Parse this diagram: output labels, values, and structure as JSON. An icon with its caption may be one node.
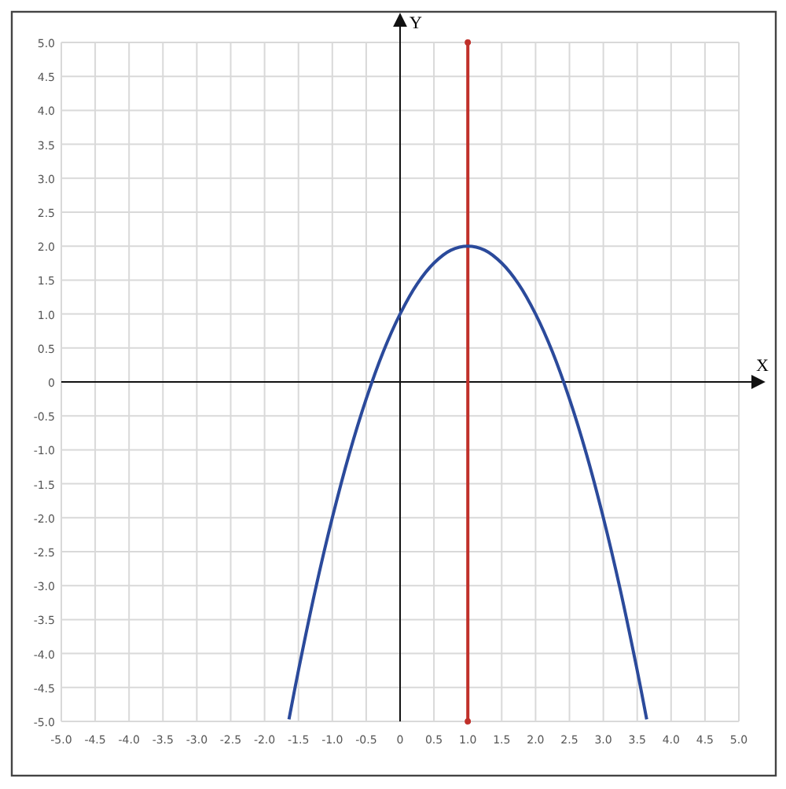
{
  "diagram": {
    "chart_data": {
      "type": "line",
      "xlabel": "X",
      "ylabel": "Y",
      "x": [
        -1.64,
        -1.5,
        -1.25,
        -1,
        -0.75,
        -0.5,
        -0.25,
        0,
        0.25,
        0.5,
        0.75,
        1,
        1.25,
        1.5,
        1.75,
        2,
        2.25,
        2.5,
        2.75,
        3,
        3.25,
        3.5,
        3.64
      ],
      "series": [
        {
          "color": "#2b4a9b",
          "values": [
            -4.97,
            -4.25,
            -3.06,
            -2,
            -1.06,
            -0.25,
            0.44,
            1,
            1.44,
            1.75,
            1.94,
            2,
            1.94,
            1.75,
            1.44,
            1,
            0.44,
            -0.25,
            -1.06,
            -2,
            -3.06,
            -4.25,
            -4.97
          ]
        }
      ],
      "grid": true,
      "xlim": [
        -5,
        5
      ],
      "ylim": [
        -5,
        5
      ],
      "xticks": [
        {
          "value": -5,
          "label": "-5.0"
        },
        {
          "value": -4.5,
          "label": "-4.5"
        },
        {
          "value": -4,
          "label": "-4.0"
        },
        {
          "value": -3.5,
          "label": "-3.5"
        },
        {
          "value": -3,
          "label": "-3.0"
        },
        {
          "value": -2.5,
          "label": "-2.5"
        },
        {
          "value": -2,
          "label": "-2.0"
        },
        {
          "value": -1.5,
          "label": "-1.5"
        },
        {
          "value": -1,
          "label": "-1.0"
        },
        {
          "value": -0.5,
          "label": "-0.5"
        },
        0,
        {
          "value": 0.5,
          "label": "0.5"
        },
        {
          "value": 1,
          "label": "1.0"
        },
        {
          "value": 1.5,
          "label": "1.5"
        },
        {
          "value": 2,
          "label": "2.0"
        },
        {
          "value": 2.5,
          "label": "2.5"
        },
        {
          "value": 3,
          "label": "3.0"
        },
        {
          "value": 3.5,
          "label": "3.5"
        },
        {
          "value": 4,
          "label": "4.0"
        },
        {
          "value": 4.5,
          "label": "4.5"
        },
        {
          "value": 5,
          "label": "5.0"
        }
      ],
      "yticks": [
        {
          "value": -5,
          "label": "-5.0"
        },
        {
          "value": -4.5,
          "label": "-4.5"
        },
        {
          "value": -4,
          "label": "-4.0"
        },
        {
          "value": -3.5,
          "label": "-3.5"
        },
        {
          "value": -3,
          "label": "-3.0"
        },
        {
          "value": -2.5,
          "label": "-2.5"
        },
        {
          "value": -2,
          "label": "-2.0"
        },
        {
          "value": -1.5,
          "label": "-1.5"
        },
        {
          "value": -1,
          "label": "-1.0"
        },
        {
          "value": -0.5,
          "label": "-0.5"
        },
        0,
        {
          "value": 0.5,
          "label": "0.5"
        },
        {
          "value": 1,
          "label": "1.0"
        },
        {
          "value": 1.5,
          "label": "1.5"
        },
        {
          "value": 2,
          "label": "2.0"
        },
        {
          "value": 2.5,
          "label": "2.5"
        },
        {
          "value": 3,
          "label": "3.0"
        },
        {
          "value": 3.5,
          "label": "3.5"
        },
        {
          "value": 4,
          "label": "4.0"
        },
        {
          "value": 4.5,
          "label": "4.5"
        },
        {
          "value": 5,
          "label": "5.0"
        }
      ],
      "ref_lines": [
        {
          "axis": "x",
          "value": 1,
          "color": "#c0302a"
        }
      ]
    }
  }
}
